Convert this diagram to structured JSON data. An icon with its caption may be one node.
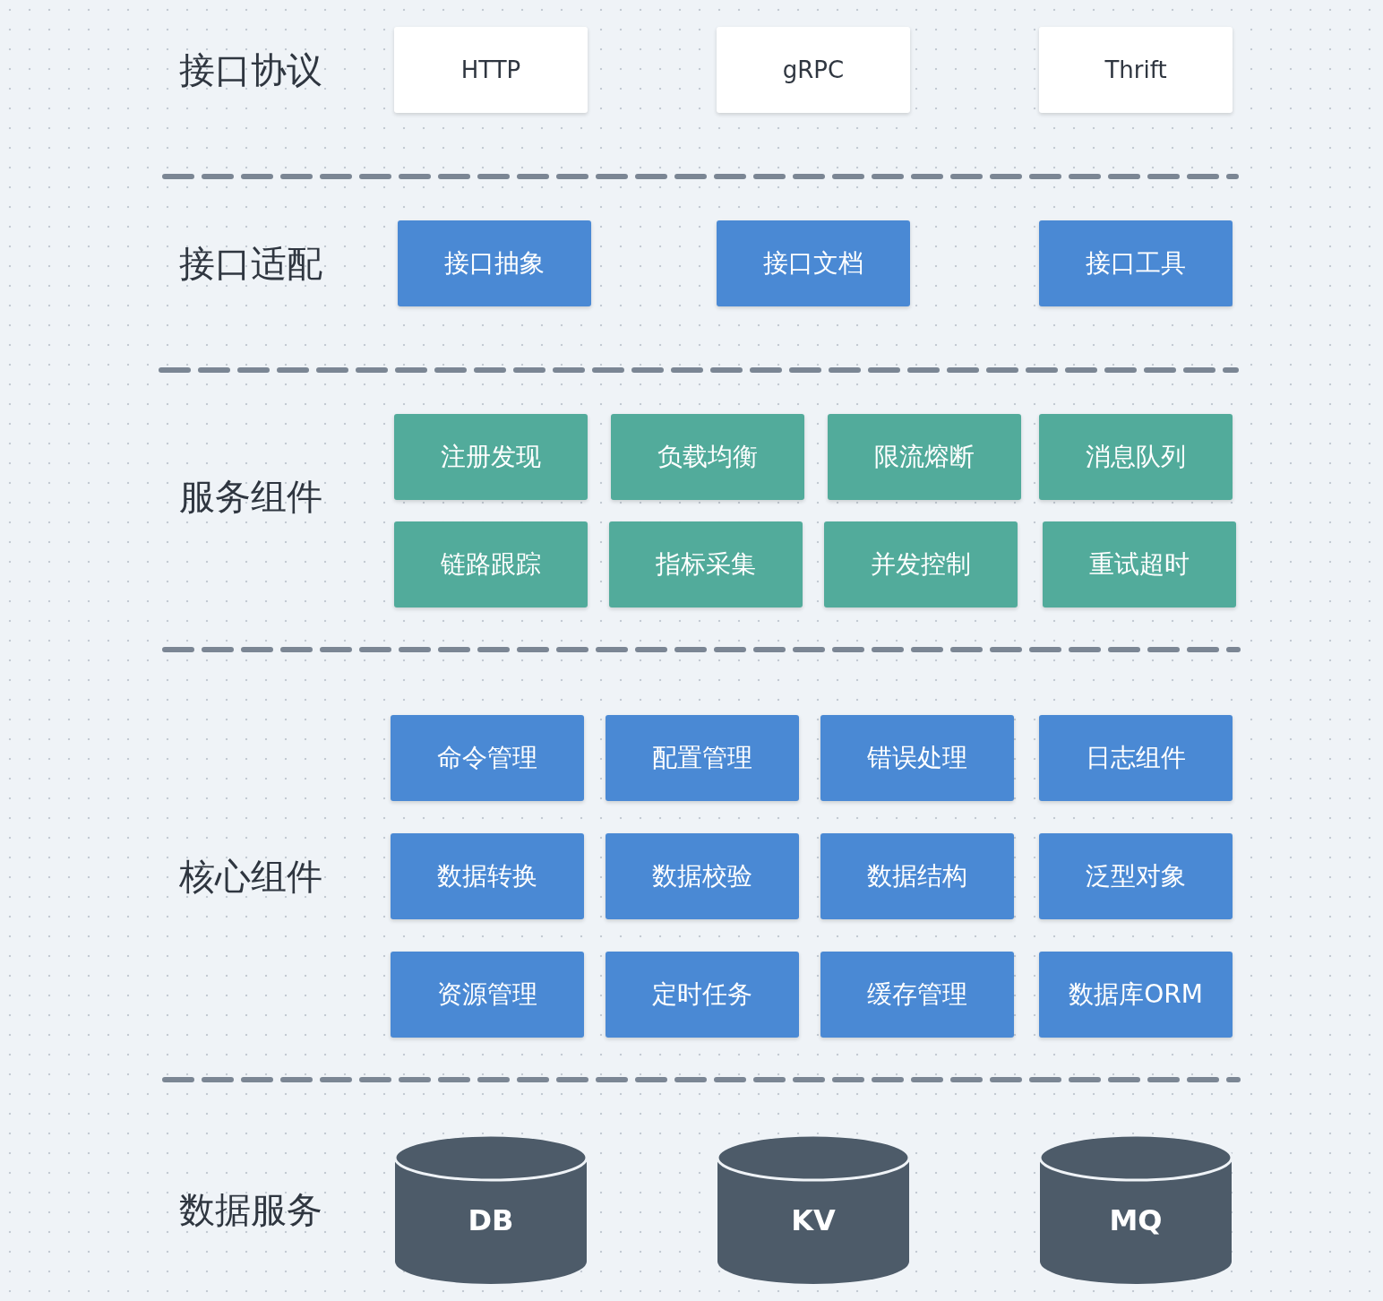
{
  "diagram": {
    "nodes": [
      {
        "text": [
          "HTTP"
        ]
      },
      {
        "text": [
          "gRPC"
        ]
      },
      {
        "text": [
          "Thrift"
        ]
      },
      {
        "text": [
          "接口抽象"
        ]
      },
      {
        "text": [
          "接口文档"
        ]
      },
      {
        "text": [
          "接口工具"
        ]
      },
      {
        "text": [
          "注册发现"
        ]
      },
      {
        "text": [
          "负载均衡"
        ]
      },
      {
        "text": [
          "限流熔断"
        ]
      },
      {
        "text": [
          "消息队列"
        ]
      },
      {
        "text": [
          "链路跟踪"
        ]
      },
      {
        "text": [
          "指标采集"
        ]
      },
      {
        "text": [
          "并发控制"
        ]
      },
      {
        "text": [
          "重试超时"
        ]
      },
      {
        "text": [
          "命令管理"
        ]
      },
      {
        "text": [
          "配置管理"
        ]
      },
      {
        "text": [
          "错误处理"
        ]
      },
      {
        "text": [
          "日志组件"
        ]
      },
      {
        "text": [
          "数据转换"
        ]
      },
      {
        "text": [
          "数据校验"
        ]
      },
      {
        "text": [
          "数据结构"
        ]
      },
      {
        "text": [
          "泛型对象"
        ]
      },
      {
        "text": [
          "资源管理"
        ]
      },
      {
        "text": [
          "定时任务"
        ]
      },
      {
        "text": [
          "缓存管理"
        ]
      },
      {
        "text": [
          "数据库ORM"
        ]
      },
      {
        "text": [
          "DB"
        ]
      },
      {
        "text": [
          "KV"
        ]
      },
      {
        "text": [
          "MQ"
        ]
      }
    ],
    "labels": [
      "接口协议",
      "接口适配",
      "服务组件",
      "核心组件",
      "数据服务"
    ]
  }
}
